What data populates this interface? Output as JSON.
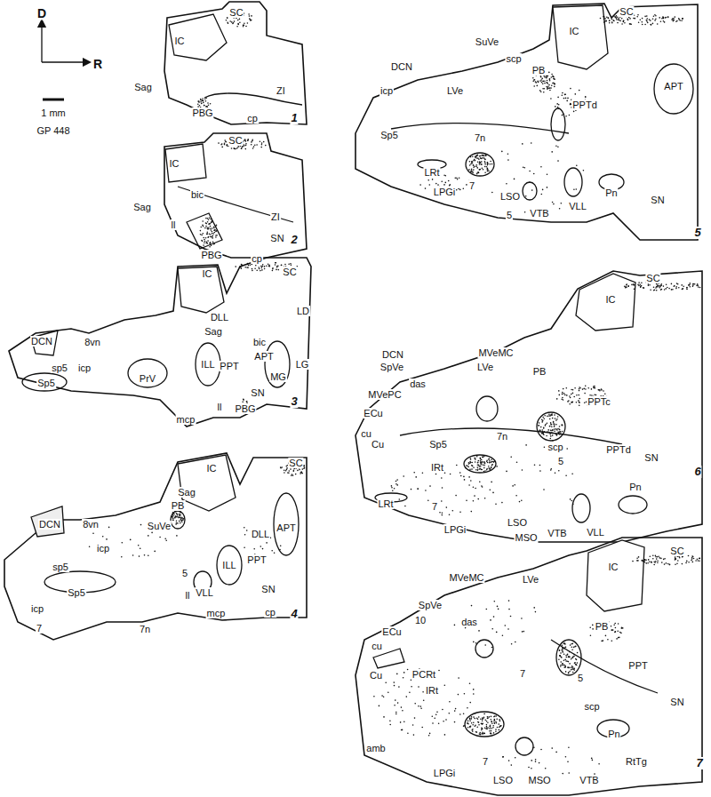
{
  "diagram": {
    "labels": [
      "D",
      "R",
      "1 mm",
      "GP 448",
      "SC",
      "IC",
      "Sag",
      "PBG",
      "ZI",
      "cp",
      "1",
      "SC",
      "IC",
      "bic",
      "Sag",
      "ll",
      "ZI",
      "PBG",
      "SN",
      "cp",
      "2",
      "IC",
      "SC",
      "DLL",
      "LD",
      "DCN",
      "8vn",
      "Sag",
      "bic",
      "APT",
      "ILL",
      "PPT",
      "MG",
      "LG",
      "icp",
      "sp5",
      "PrV",
      "Sp5",
      "SN",
      "ll",
      "PBG",
      "mcp",
      "3",
      "IC",
      "SC",
      "Sag",
      "PB",
      "DCN",
      "8vn",
      "SuVe",
      "APT",
      "DLL",
      "icp",
      "PPT",
      "ILL",
      "sp5",
      "5",
      "Sp5",
      "VLL",
      "ll",
      "SN",
      "icp",
      "mcp",
      "cp",
      "7",
      "7n",
      "4",
      "SC",
      "IC",
      "SuVe",
      "scp",
      "DCN",
      "PB",
      "APT",
      "icp",
      "LVe",
      "PPTd",
      "Sp5",
      "7n",
      "LRt",
      "7",
      "LPGi",
      "LSO",
      "Pn",
      "SN",
      "VLL",
      "VTB",
      "5",
      "5",
      "SC",
      "IC",
      "DCN",
      "MVeMC",
      "SpVe",
      "LVe",
      "PB",
      "das",
      "MVePC",
      "PPTc",
      "ECu",
      "cu",
      "7n",
      "Cu",
      "Sp5",
      "scp",
      "PPTd",
      "SN",
      "5",
      "IRt",
      "Pn",
      "LRt",
      "7",
      "LPGi",
      "LSO",
      "VLL",
      "VTB",
      "MSO",
      "6",
      "SC",
      "IC",
      "MVeMC",
      "LVe",
      "SpVe",
      "10",
      "das",
      "PB",
      "ECu",
      "cu",
      "PPT",
      "7",
      "Cu",
      "PCRt",
      "5",
      "IRt",
      "SN",
      "scp",
      "Pn",
      "amb",
      "7",
      "RtTg",
      "LPGi",
      "LSO",
      "MSO",
      "VTB",
      "7"
    ]
  }
}
